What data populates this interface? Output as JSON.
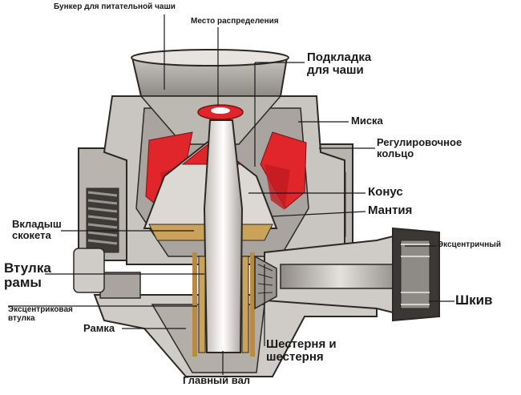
{
  "labels": {
    "hopper": "Бункер для питательной чаши",
    "distribution": "Место распределения",
    "bowl_liner_1": "Подкладка",
    "bowl_liner_2": "для чаши",
    "bowl": "Миска",
    "adjust_ring_1": "Регулировочное",
    "adjust_ring_2": "кольцо",
    "cone": "Конус",
    "mantle": "Мантия",
    "socket_liner_1": "Вкладыш",
    "socket_liner_2": "скокета",
    "eccentric_right": "Эксцентричный",
    "frame_bushing_1": "Втулка",
    "frame_bushing_2": "рамы",
    "pulley": "Шкив",
    "eccentric_bushing_1": "Эксцентриковая",
    "eccentric_bushing_2": "втулка",
    "frame": "Рамка",
    "gears_1": "Шестерня и",
    "gears_2": "шестерня",
    "main_shaft": "Главный вал"
  },
  "colors": {
    "metal_light": "#d6d3cf",
    "metal_mid": "#a9a49f",
    "metal_dark": "#5e5a56",
    "outline": "#2b2926",
    "red": "#e0262a",
    "bronze": "#caa25a",
    "text": "#1a1a1a"
  }
}
